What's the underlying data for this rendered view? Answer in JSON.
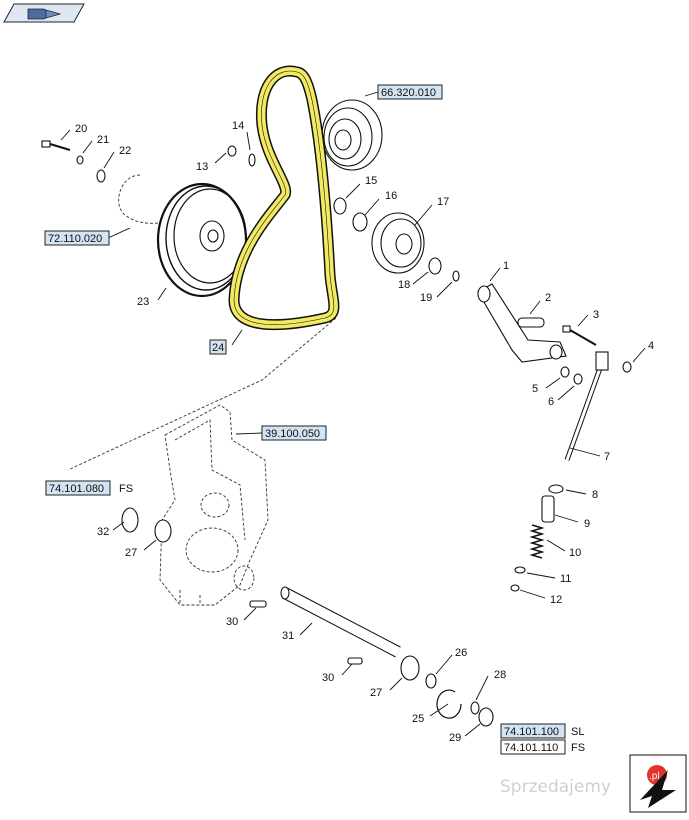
{
  "callouts": [
    "20",
    "21",
    "22",
    "13",
    "14",
    "15",
    "16",
    "17",
    "18",
    "19",
    "1",
    "2",
    "3",
    "4",
    "5",
    "6",
    "7",
    "8",
    "9",
    "10",
    "11",
    "12",
    "23",
    "24",
    "32",
    "27",
    "30",
    "31",
    "30",
    "27",
    "26",
    "25",
    "28",
    "29"
  ],
  "refs": {
    "r1": "66.320.010",
    "r2": "72.110.020",
    "r3": "39.100.050",
    "r4": "74.101.080",
    "r5": "74.101.100",
    "r6": "74.101.110"
  },
  "suffixes": {
    "s4": "FS",
    "s5": "SL",
    "s6": "FS"
  },
  "watermark": {
    "text": "Sprzedajemy",
    "badge": ".pl"
  },
  "colors": {
    "highlight": "#f3ea63",
    "ref_fill": "#d2e3f3",
    "badge": "#e4312b"
  }
}
